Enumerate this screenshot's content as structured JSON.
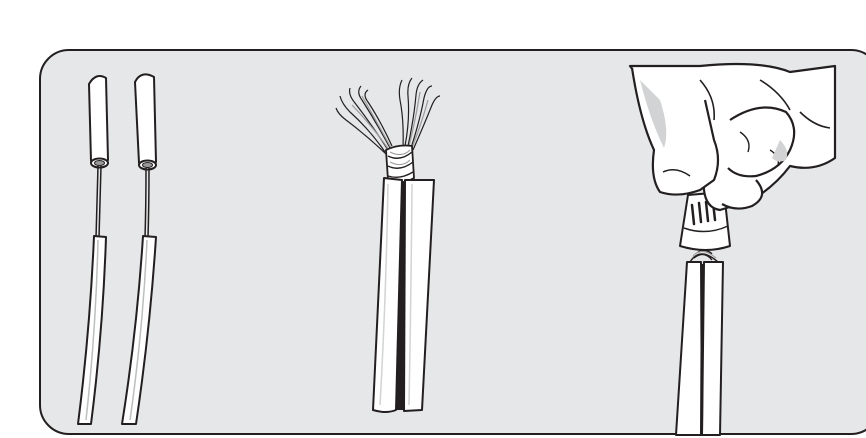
{
  "figure": {
    "panel_background": "#e6e7e8",
    "outline_color": "#231f20",
    "insulation_color": "#ffffff",
    "strand_color": "#9a9a9a",
    "steps": [
      {
        "subject": "stripped-wire-ends"
      },
      {
        "subject": "twisted-strands"
      },
      {
        "subject": "hand-twisting-wire-nut"
      }
    ]
  }
}
